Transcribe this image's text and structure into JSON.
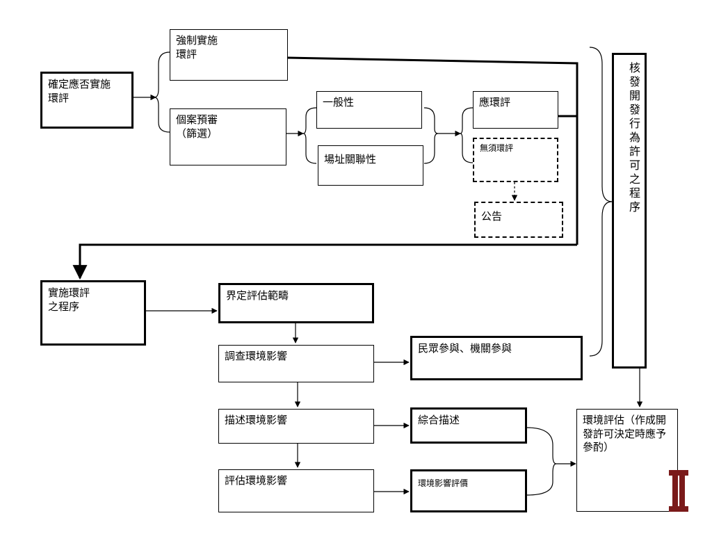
{
  "nodes": {
    "decide": "確定應否實施\n環評",
    "mandatory": "強制實施\n環評",
    "screening": "個案預審\n（篩選）",
    "general": "一般性",
    "site": "場址關聯性",
    "required": "應環評",
    "not_required": "無須環評",
    "announce": "公告",
    "approval": "核發開發行為許可之程序",
    "implement": "實施環評\n之程序",
    "scoping": "界定評估範疇",
    "investigate": "調查環境影響",
    "participation": "民眾參與、機關參與",
    "describe": "描述環境影響",
    "summary": "綜合描述",
    "evaluate": "評估環境影響",
    "eia_eval": "環境影響評價",
    "env_assess": "環境評估（作成開發許可決定時應予參酌）"
  },
  "colors": {
    "line": "#000000",
    "logo": "#7a1a1a"
  }
}
